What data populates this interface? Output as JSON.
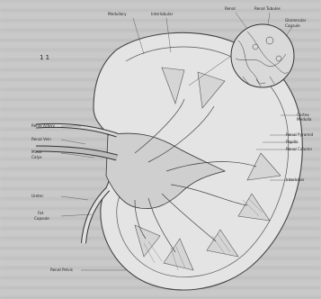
{
  "figure": {
    "number": "1 1",
    "labels": {
      "top_left_1": "Medullary",
      "top_left_2": "Interlobular",
      "top_right_1": "Renal",
      "top_right_2": "Renal Tubules",
      "top_right_3": "Glomerular",
      "top_right_4": "Capsule",
      "right_1": "Cortex",
      "right_2": "Medulla",
      "right_3": "Renal Pyramid",
      "right_4": "Papilla",
      "right_5": "Renal Column",
      "right_6": "Interlobar",
      "left_1": "Renal Artery",
      "left_2": "Renal Vein",
      "left_3": "Minor",
      "left_4": "Calyx",
      "left_5": "Ureter",
      "left_6": "Fat",
      "left_7": "Capsule",
      "bottom": "Renal Pelvis"
    }
  }
}
